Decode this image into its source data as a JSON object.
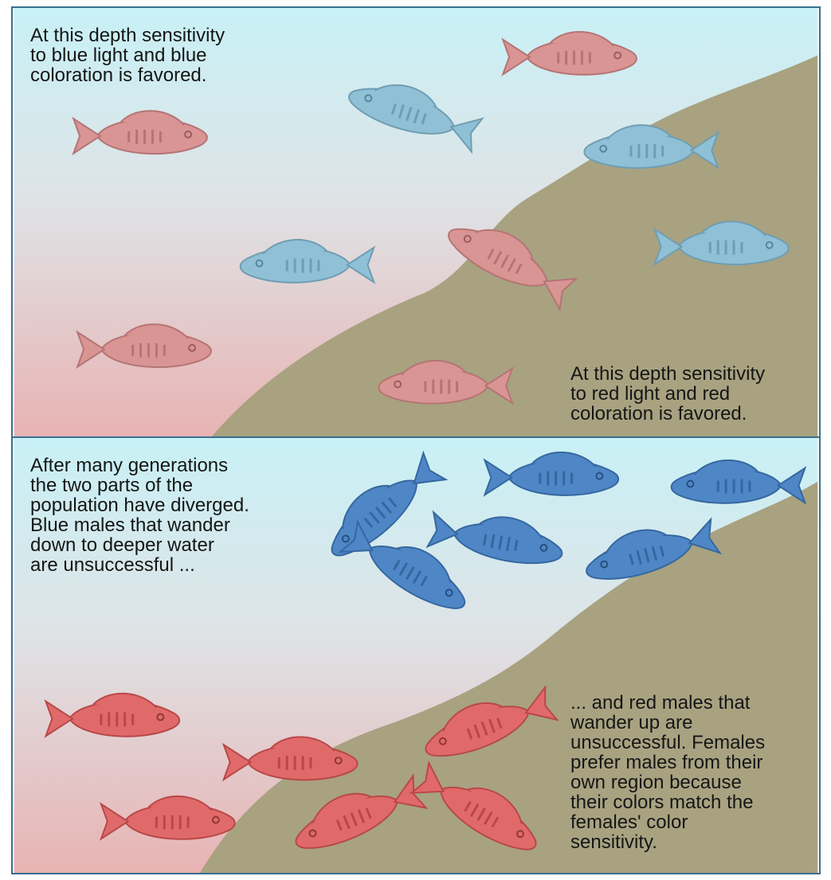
{
  "panels": [
    {
      "caption_upper": "At this depth sensitivity\nto blue light and blue\ncoloration is favored.",
      "caption_lower": "At this depth sensitivity\nto red light and red\ncoloration is favored."
    },
    {
      "caption_upper": "After many generations\nthe two parts of the\npopulation have diverged.\nBlue males that wander\ndown to deeper water\nare unsuccessful ...",
      "caption_lower": "... and red males that\nwander up are\nunsuccessful.  Females\nprefer males from their\nown region because\ntheir colors match the\nfemales' color\nsensitivity."
    }
  ],
  "colors": {
    "water_top": "#c8f1f6",
    "water_mid": "#dfe3e6",
    "water_bottom": "#e8b3b3",
    "slope": "#a8a281",
    "pale_blue_fish": "#8fc0d6",
    "pale_red_fish": "#d99494",
    "blue_fish": "#4f86c6",
    "red_fish": "#e06a6a",
    "border": "#3b6e8f"
  }
}
